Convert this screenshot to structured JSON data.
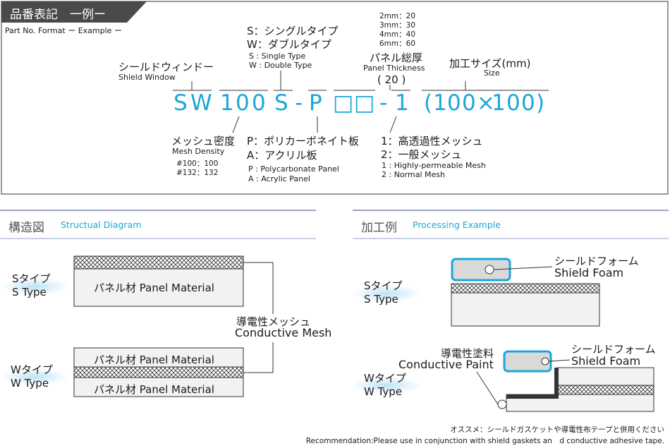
{
  "header": {
    "title": "品番表記　一例ー",
    "subtitle": "Part No. Format ー Example ー"
  },
  "part_code": [
    "S",
    "W",
    "1",
    "0",
    "0",
    "S",
    "-",
    "P",
    "□",
    "□",
    "-",
    "1",
    "(",
    "1",
    "0",
    "0",
    "×",
    "1",
    "0",
    "0",
    ")"
  ],
  "labels": {
    "type_s_jp": "S：シングルタイプ",
    "type_w_jp": "W：ダブルタイプ",
    "type_s_en": "S : Single Type",
    "type_w_en": "W : Double Type",
    "thickness_options": [
      "2mm：20",
      "3mm：30",
      "4mm：40",
      "6mm：60"
    ],
    "panel_thickness_jp": "パネル総厚",
    "panel_thickness_en": "Panel Thickness",
    "panel_thickness_value": "( 20 )",
    "size_jp": "加工サイズ(mm)",
    "size_en": "Size",
    "shield_window_jp": "シールドウィンドー",
    "shield_window_en": "Shield Window",
    "mesh_density_jp": "メッシュ密度",
    "mesh_density_en": "Mesh Density",
    "mesh_density_values": [
      "#100：100",
      "#132：132"
    ],
    "panel_p_jp": "P：ポリカーボネイト板",
    "panel_a_jp": "A：アクリル板",
    "panel_p_en": "P : Polycarbonate Panel",
    "panel_a_en": "A : Acrylic Panel",
    "mesh_1_jp": "1：高透過性メッシュ",
    "mesh_2_jp": "2：一般メッシュ",
    "mesh_1_en": "1 : Highly-permeable Mesh",
    "mesh_2_en": "2 : Normal Mesh"
  },
  "structural": {
    "title_jp": "構造図",
    "title_en": "Structual Diagram",
    "s_type_jp": "Sタイプ",
    "s_type_en": "S Type",
    "w_type_jp": "Wタイプ",
    "w_type_en": "W Type",
    "panel_material": "パネル材 Panel Material",
    "mesh_jp": "導電性メッシュ",
    "mesh_en": "Conductive Mesh"
  },
  "processing": {
    "title_jp": "加工例",
    "title_en": "Processing Example",
    "s_type_jp": "Sタイプ",
    "s_type_en": "S Type",
    "w_type_jp": "Wタイプ",
    "w_type_en": "W Type",
    "shield_foam_jp": "シールドフォーム",
    "shield_foam_en": "Shield Foam",
    "paint_jp": "導電性塗料",
    "paint_en": "Conductive Paint"
  },
  "footer": {
    "note_jp": "オススメ：シールドガスケットや導電性布テープと併用ください",
    "note_en": "Recommendation:Please use in conjunction with shield gaskets an　d conductive adhesive tape."
  },
  "colors": {
    "accent": "#1aa7d9",
    "header_bg": "#4a4a4a",
    "panel_fill": "#f2f2f2",
    "divider": "#9aa3c8"
  }
}
